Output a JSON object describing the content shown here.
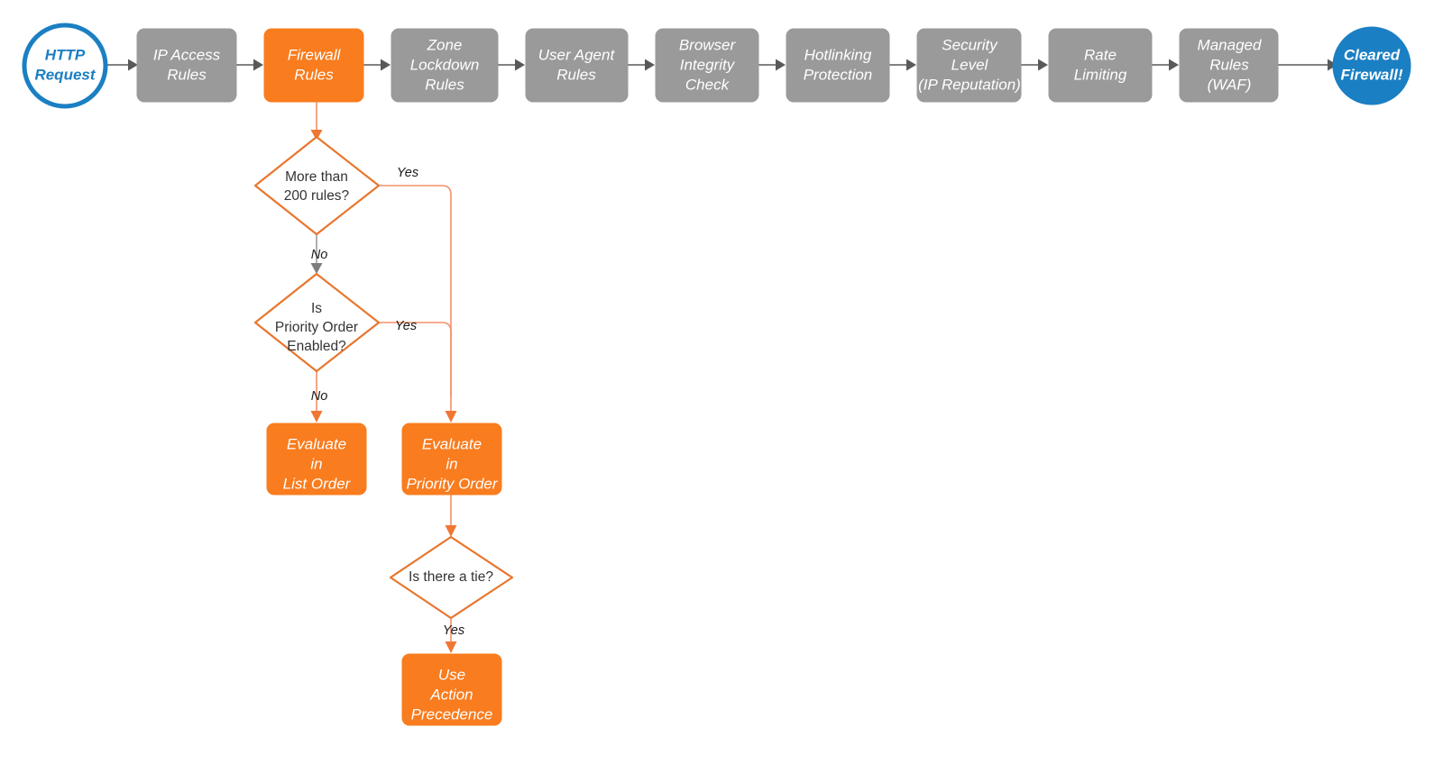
{
  "diagram": {
    "title": "Cloudflare Firewall Rules Evaluation Order",
    "colors": {
      "gray_node": "#9a9a9a",
      "orange_node": "#f97c1e",
      "blue_node": "#1b7fc3",
      "diamond_stroke": "#e8762d",
      "connector_gray": "#595959",
      "connector_orange": "#f3906a"
    },
    "pipeline": [
      {
        "id": "http-request",
        "label": "HTTP Request",
        "shape": "circle-open",
        "color": "#1b7fc3"
      },
      {
        "id": "ip-access-rules",
        "label": "IP Access\nRules",
        "shape": "rounded-rect",
        "color": "#9a9a9a"
      },
      {
        "id": "firewall-rules",
        "label": "Firewall\nRules",
        "shape": "rounded-rect",
        "color": "#f97c1e"
      },
      {
        "id": "zone-lockdown-rules",
        "label": "Zone\nLockdown\nRules",
        "shape": "rounded-rect",
        "color": "#9a9a9a"
      },
      {
        "id": "user-agent-rules",
        "label": "User Agent\nRules",
        "shape": "rounded-rect",
        "color": "#9a9a9a"
      },
      {
        "id": "browser-integrity",
        "label": "Browser\nIntegrity\nCheck",
        "shape": "rounded-rect",
        "color": "#9a9a9a"
      },
      {
        "id": "hotlinking",
        "label": "Hotlinking\nProtection",
        "shape": "rounded-rect",
        "color": "#9a9a9a"
      },
      {
        "id": "security-level",
        "label": "Security\nLevel\n(IP Reputation)",
        "shape": "rounded-rect",
        "color": "#9a9a9a"
      },
      {
        "id": "rate-limiting",
        "label": "Rate\nLimiting",
        "shape": "rounded-rect",
        "color": "#9a9a9a"
      },
      {
        "id": "managed-rules",
        "label": "Managed\nRules\n(WAF)",
        "shape": "rounded-rect",
        "color": "#9a9a9a"
      },
      {
        "id": "cleared-firewall",
        "label": "Cleared\nFirewall!",
        "shape": "circle-filled",
        "color": "#1b7fc3"
      }
    ],
    "pipeline_lines": {
      "http-request": [
        "HTTP",
        "Request"
      ],
      "ip-access-rules": [
        "IP Access",
        "Rules"
      ],
      "firewall-rules": [
        "Firewall",
        "Rules"
      ],
      "zone-lockdown-rules": [
        "Zone",
        "Lockdown",
        "Rules"
      ],
      "user-agent-rules": [
        "User Agent",
        "Rules"
      ],
      "browser-integrity": [
        "Browser",
        "Integrity",
        "Check"
      ],
      "hotlinking": [
        "Hotlinking",
        "Protection"
      ],
      "security-level": [
        "Security",
        "Level",
        "(IP Reputation)"
      ],
      "rate-limiting": [
        "Rate",
        "Limiting"
      ],
      "managed-rules": [
        "Managed",
        "Rules",
        "(WAF)"
      ],
      "cleared-firewall": [
        "Cleared",
        "Firewall!"
      ]
    },
    "decisions": [
      {
        "id": "more-than-200-rules",
        "label": "More than\n200 rules?",
        "lines": [
          "More than",
          "200 rules?"
        ],
        "yes_label": "Yes",
        "no_label": "No"
      },
      {
        "id": "is-priority-order-enabled",
        "label": "Is\nPriority Order\nEnabled?",
        "lines": [
          "Is",
          "Priority Order",
          "Enabled?"
        ],
        "yes_label": "Yes",
        "no_label": "No"
      },
      {
        "id": "is-there-a-tie",
        "label": "Is there a tie?",
        "lines": [
          "Is there a tie?"
        ],
        "yes_label": "Yes",
        "no_label": ""
      }
    ],
    "outcomes": [
      {
        "id": "evaluate-list-order",
        "label": "Evaluate\nin\nList Order",
        "lines": [
          "Evaluate",
          "in",
          "List Order"
        ]
      },
      {
        "id": "evaluate-priority-order",
        "label": "Evaluate\nin\nPriority Order",
        "lines": [
          "Evaluate",
          "in",
          "Priority Order"
        ]
      },
      {
        "id": "use-action-precedence",
        "label": "Use\nAction\nPrecedence",
        "lines": [
          "Use",
          "Action",
          "Precedence"
        ]
      }
    ],
    "edge_labels": {
      "d1_yes": "Yes",
      "d1_no": "No",
      "d2_yes": "Yes",
      "d2_no": "No",
      "d3_yes": "Yes"
    }
  }
}
